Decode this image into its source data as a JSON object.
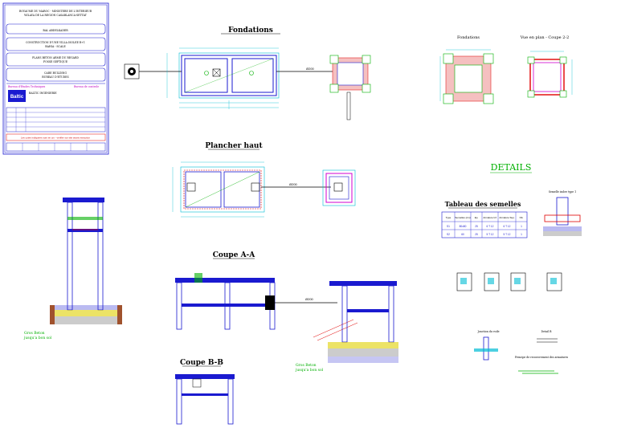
{
  "titles": {
    "fondations": "Fondations",
    "plancher_haut": "Plancher haut",
    "coupe_aa": "Coupe A-A",
    "coupe_bb": "Coupe B-B",
    "details": "DETAILS",
    "tableau_semelles": "Tableau des semelles",
    "fondations_small": "Fondations",
    "vue_en_plan": "Vue en plan - Coupe 2-2"
  },
  "title_block": {
    "header_line1": "ROYAUME DU MAROC - MINISTERE DE L'INTERIEUR",
    "header_line2": "WILAYA DE LA REGION CASABLANCA-SETTAT",
    "row1": "BAL ABDELKADER",
    "row2a": "CONSTRUCTION D'UNE VILLA ISOLEE R+1",
    "row2b": "BAHIA - SCALE",
    "row3a": "PLANS BETON ARME DU REGARD",
    "row3b": "FOSSE SEPTIQUE",
    "row4a": "CARE BUILDING",
    "row4b": "BUREAU D'ETUDES",
    "bureau_label": "Bureau d'Etudes Techniques",
    "bureau_name": "BALTIC INGENIERIE",
    "controle_label": "Bureau de controle",
    "logo_text": "Baltic",
    "footer_red": "Les cotes indiquees sont en cm - verifier sur site avant execution"
  },
  "labels": {
    "pipe1": "Ø200",
    "pipe2": "Ø200",
    "pipe3": "Ø200",
    "gros_beton_1": "Gros Beton",
    "gros_beton_1b": "jusqu'a bon sol",
    "gros_beton_2": "Gros Beton",
    "gros_beton_2b": "jusqu'a bon sol",
    "jonction": "Jonction du voile",
    "detail_b": "Detail B",
    "principe": "Principe de recouvrement des armatures",
    "semelle_type": "Semelle isolee type 1"
  },
  "table": {
    "headers": [
      "Type",
      "Semelles (cm)",
      "Ep.",
      "Armature Inf.",
      "Armature Sup.",
      "Nb."
    ],
    "rows": [
      [
        "S1",
        "80x80",
        "25",
        "6 T 12",
        "6 T 12",
        "1"
      ],
      [
        "S2",
        "60",
        "25",
        "5 T 12",
        "5 T 12",
        "1"
      ]
    ]
  },
  "colors": {
    "cyan": "#00bcd4",
    "red": "#e00000",
    "magenta": "#d000d0",
    "blue": "#1a1ad0",
    "green": "#00b000",
    "brown": "#a0522d",
    "yellow": "#e0d000"
  }
}
